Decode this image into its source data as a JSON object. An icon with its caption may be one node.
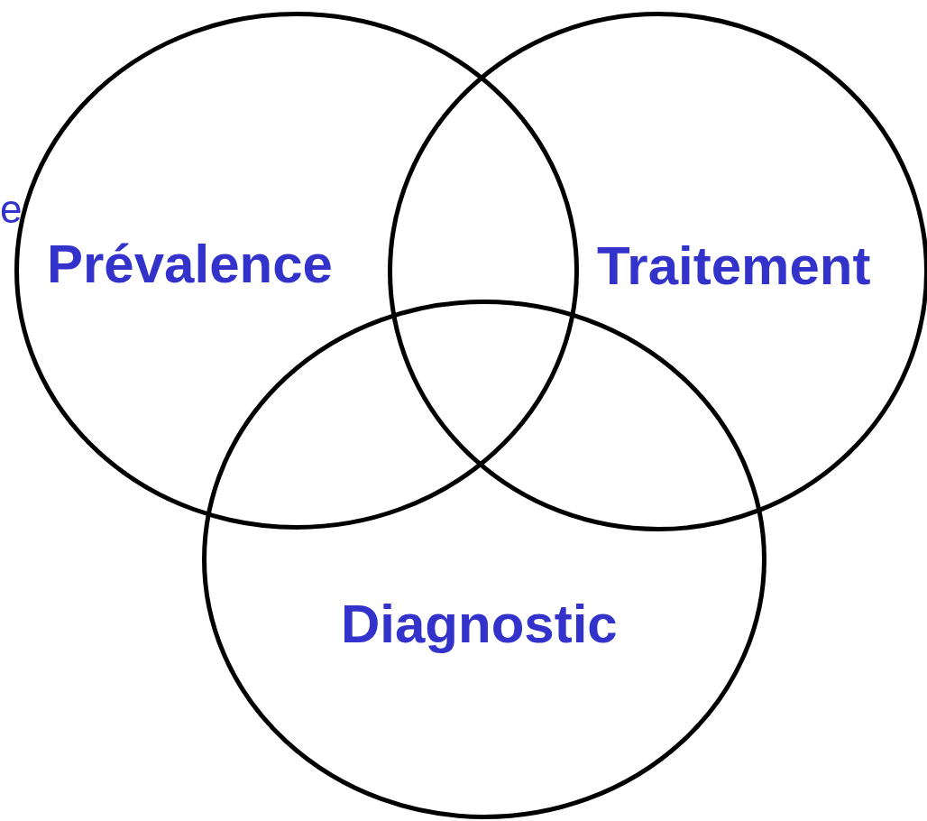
{
  "diagram": {
    "nodes": [
      {
        "text": [
          "Prévalence"
        ]
      },
      {
        "text": [
          "Traitement"
        ]
      },
      {
        "text": [
          "Diagnostic"
        ]
      }
    ],
    "labels": [
      "e"
    ]
  }
}
